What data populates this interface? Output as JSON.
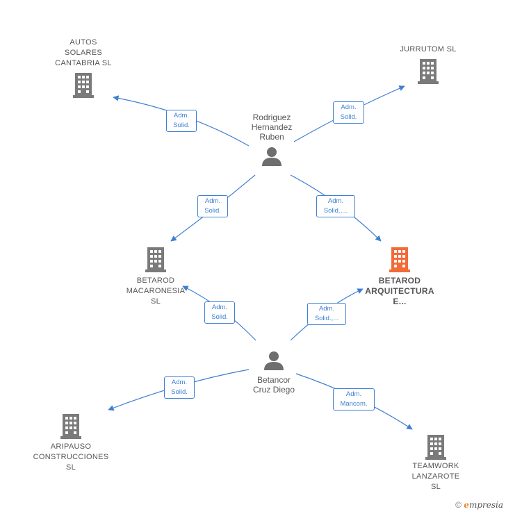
{
  "nodes": {
    "rodriguez": {
      "label": "Rodriguez\nHernandez\nRuben"
    },
    "betancor": {
      "label": "Betancor\nCruz Diego"
    },
    "autos": {
      "label": "AUTOS\nSOLARES\nCANTABRIA  SL"
    },
    "jurrutom": {
      "label": "JURRUTOM  SL"
    },
    "betarod_mac": {
      "label": "BETAROD\nMACARONESIA\nSL"
    },
    "betarod_arq": {
      "label": "BETAROD\nARQUITECTURA\nE..."
    },
    "aripauso": {
      "label": "ARIPAUSO\nCONSTRUCCIONES\nSL"
    },
    "teamwork": {
      "label": "TEAMWORK\nLANZAROTE\nSL"
    }
  },
  "edges": {
    "e1": {
      "label": "Adm.\nSolid."
    },
    "e2": {
      "label": "Adm.\nSolid."
    },
    "e3": {
      "label": "Adm.\nSolid."
    },
    "e4": {
      "label": "Adm.\nSolid.,..."
    },
    "e5": {
      "label": "Adm.\nSolid."
    },
    "e6": {
      "label": "Adm.\nSolid.,..."
    },
    "e7": {
      "label": "Adm.\nSolid."
    },
    "e8": {
      "label": "Adm.\nMancom."
    }
  },
  "colors": {
    "edge": "#3d7fd3",
    "company_icon": "#7a7a7a",
    "focus_icon": "#f26b38",
    "person_icon": "#6e6e6e"
  },
  "icons": {
    "company": "building-icon",
    "person": "person-icon",
    "copyright": "copyright-icon"
  },
  "footer": {
    "copyright": "©",
    "brand_e": "e",
    "brand_rest": "mpresia"
  }
}
